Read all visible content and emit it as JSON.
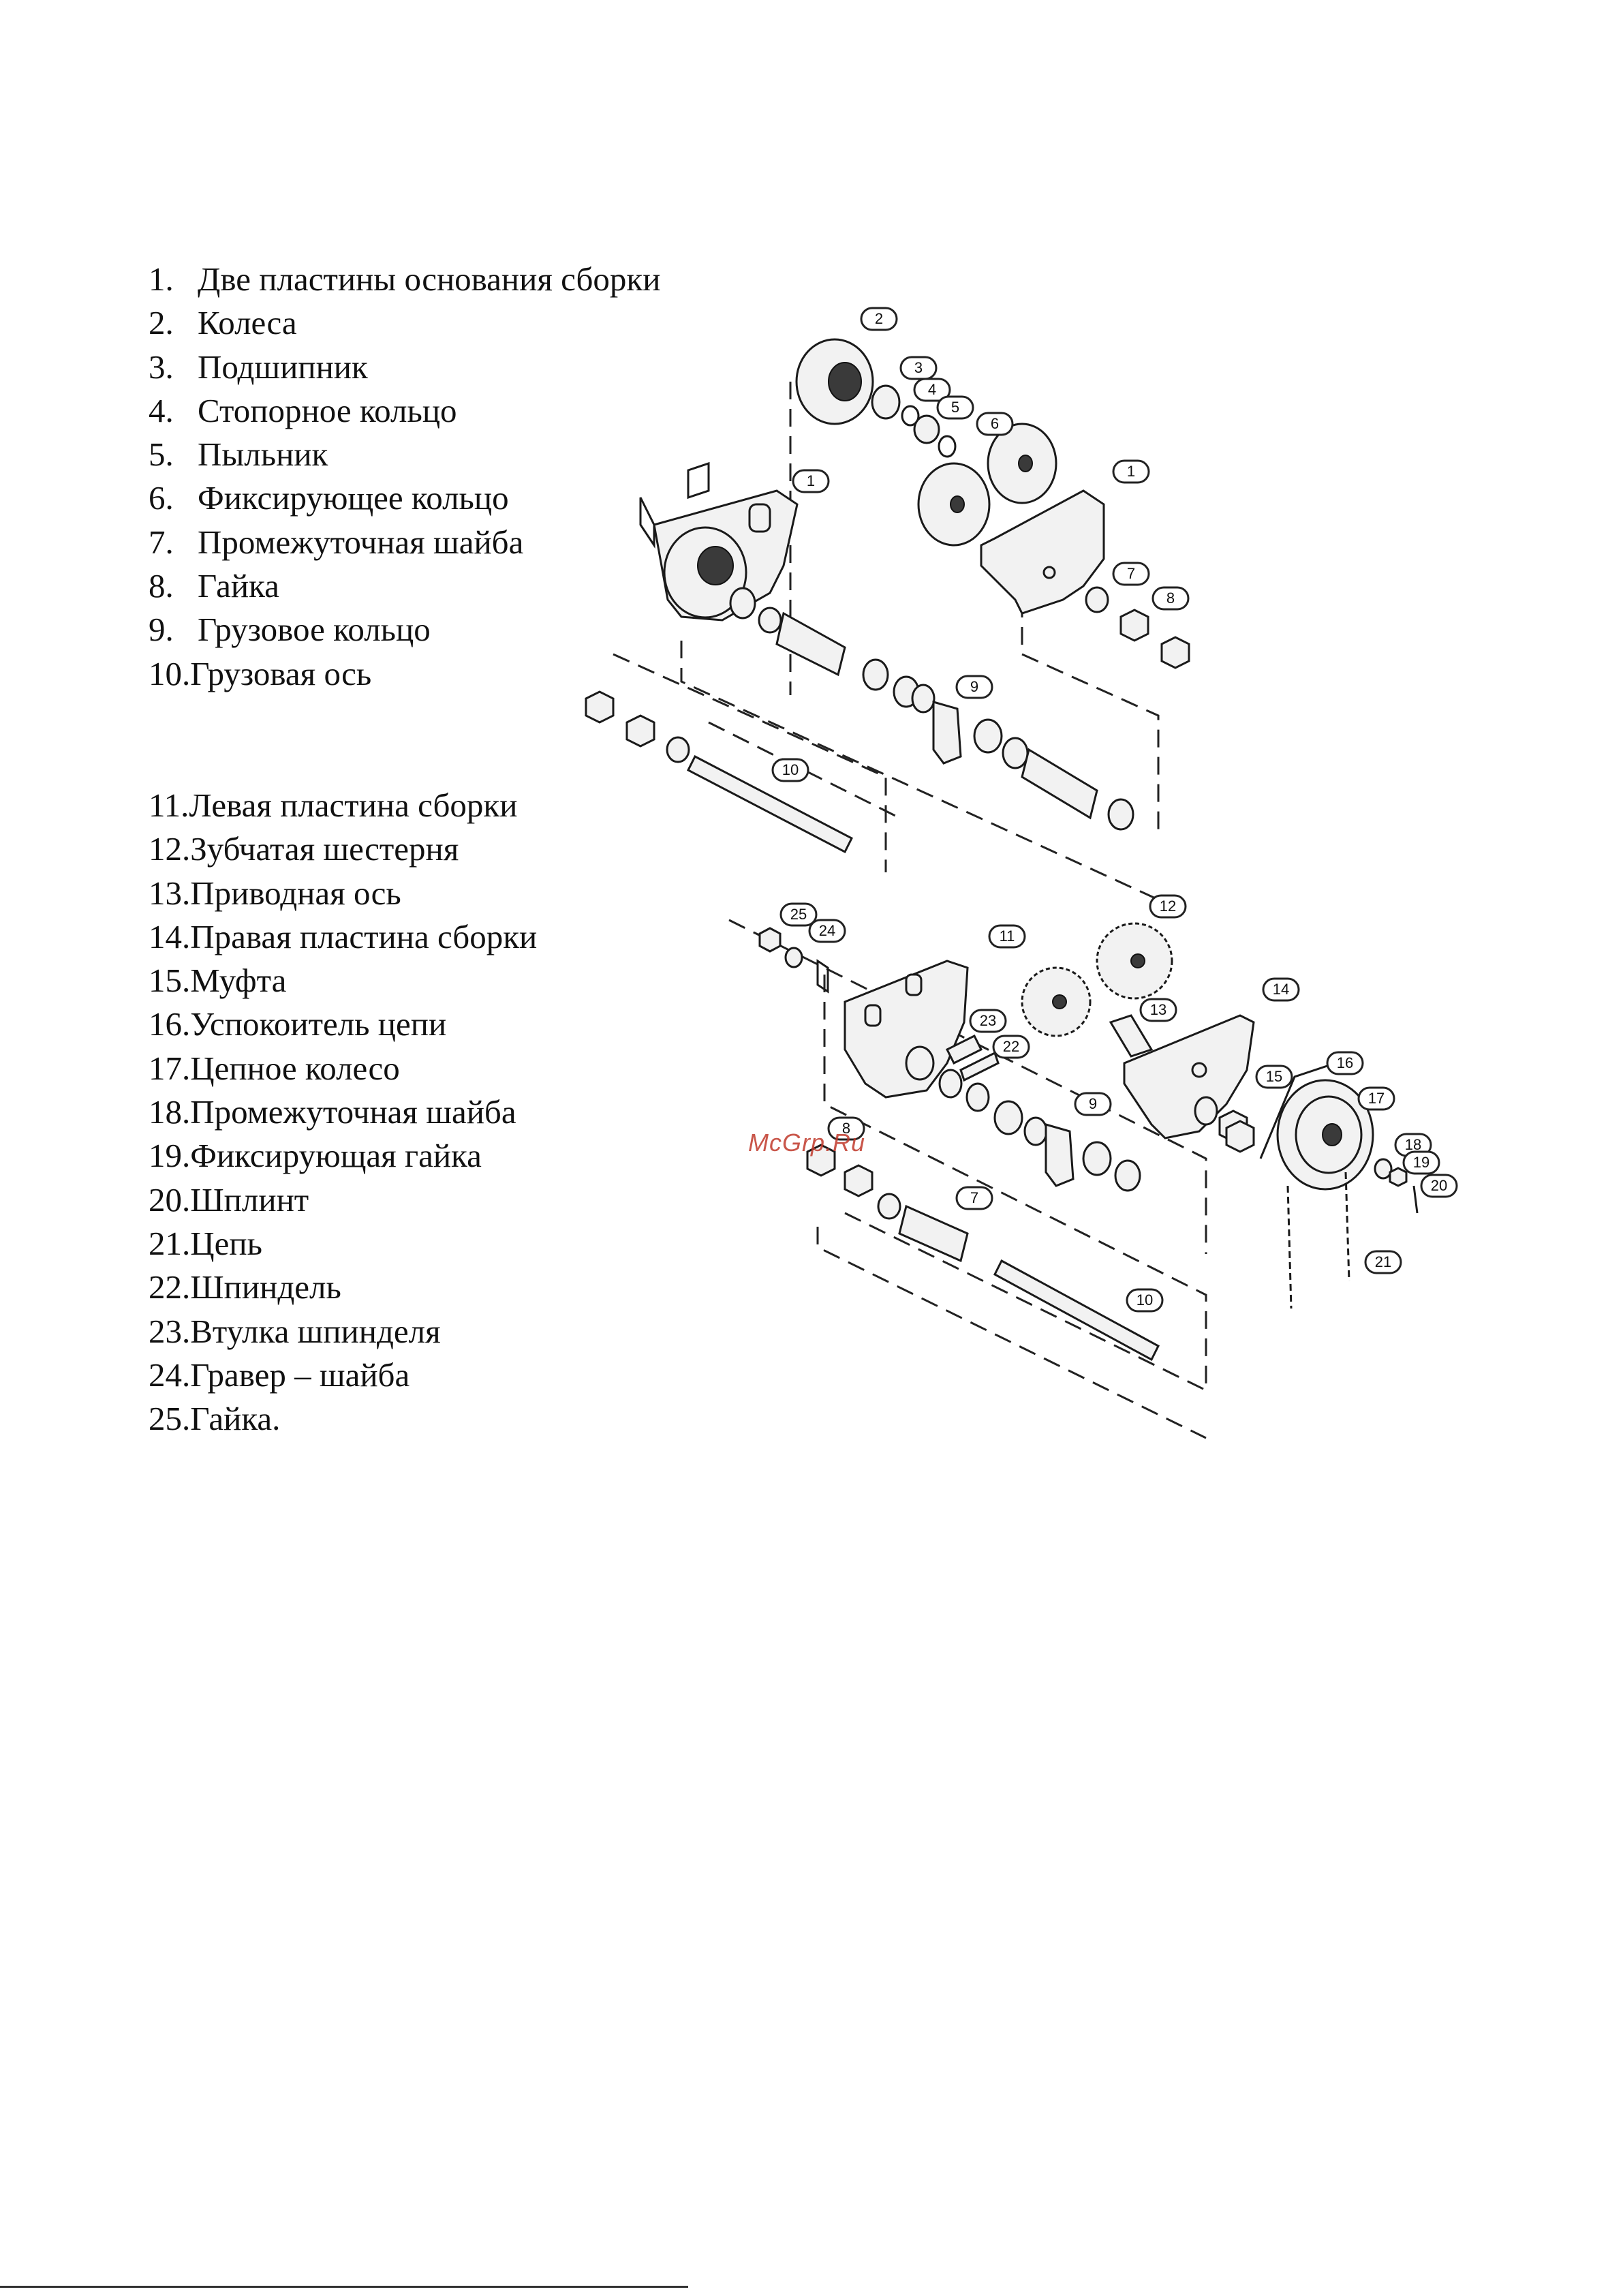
{
  "parts_group_1": [
    {
      "num": "1.",
      "label": "Две пластины основания сборки"
    },
    {
      "num": "2.",
      "label": "Колеса"
    },
    {
      "num": "3.",
      "label": "Подшипник"
    },
    {
      "num": "4.",
      "label": "Стопорное кольцо"
    },
    {
      "num": "5.",
      "label": "Пыльник"
    },
    {
      "num": "6.",
      "label": "Фиксирующее кольцо"
    },
    {
      "num": "7.",
      "label": "Промежуточная шайба"
    },
    {
      "num": "8.",
      "label": "Гайка"
    },
    {
      "num": "9.",
      "label": "Грузовое кольцо"
    },
    {
      "num": "10.",
      "label": "Грузовая ось"
    }
  ],
  "parts_group_2": [
    {
      "num": "11.",
      "label": "Левая пластина сборки"
    },
    {
      "num": "12.",
      "label": "Зубчатая шестерня"
    },
    {
      "num": "13.",
      "label": "Приводная ось"
    },
    {
      "num": "14.",
      "label": "Правая пластина сборки"
    },
    {
      "num": "15.",
      "label": "Муфта"
    },
    {
      "num": "16.",
      "label": "Успокоитель цепи"
    },
    {
      "num": "17.",
      "label": "Цепное колесо"
    },
    {
      "num": "18.",
      "label": "Промежуточная шайба"
    },
    {
      "num": "19.",
      "label": "Фиксирующая гайка"
    },
    {
      "num": "20.",
      "label": "Шплинт"
    },
    {
      "num": "21.",
      "label": "Цепь"
    },
    {
      "num": "22.",
      "label": "Шпиндель"
    },
    {
      "num": "23.",
      "label": "Втулка шпинделя"
    },
    {
      "num": "24.",
      "label": "Гравер – шайба"
    },
    {
      "num": "25.",
      "label": "Гайка."
    }
  ],
  "callouts_top": [
    "2",
    "3",
    "4",
    "5",
    "6",
    "1",
    "1",
    "7",
    "8",
    "9",
    "10"
  ],
  "callouts_bottom": [
    "25",
    "24",
    "11",
    "12",
    "13",
    "14",
    "23",
    "22",
    "9",
    "15",
    "16",
    "17",
    "18",
    "19",
    "20",
    "8",
    "7",
    "21",
    "10"
  ],
  "watermark": "McGrp.Ru"
}
